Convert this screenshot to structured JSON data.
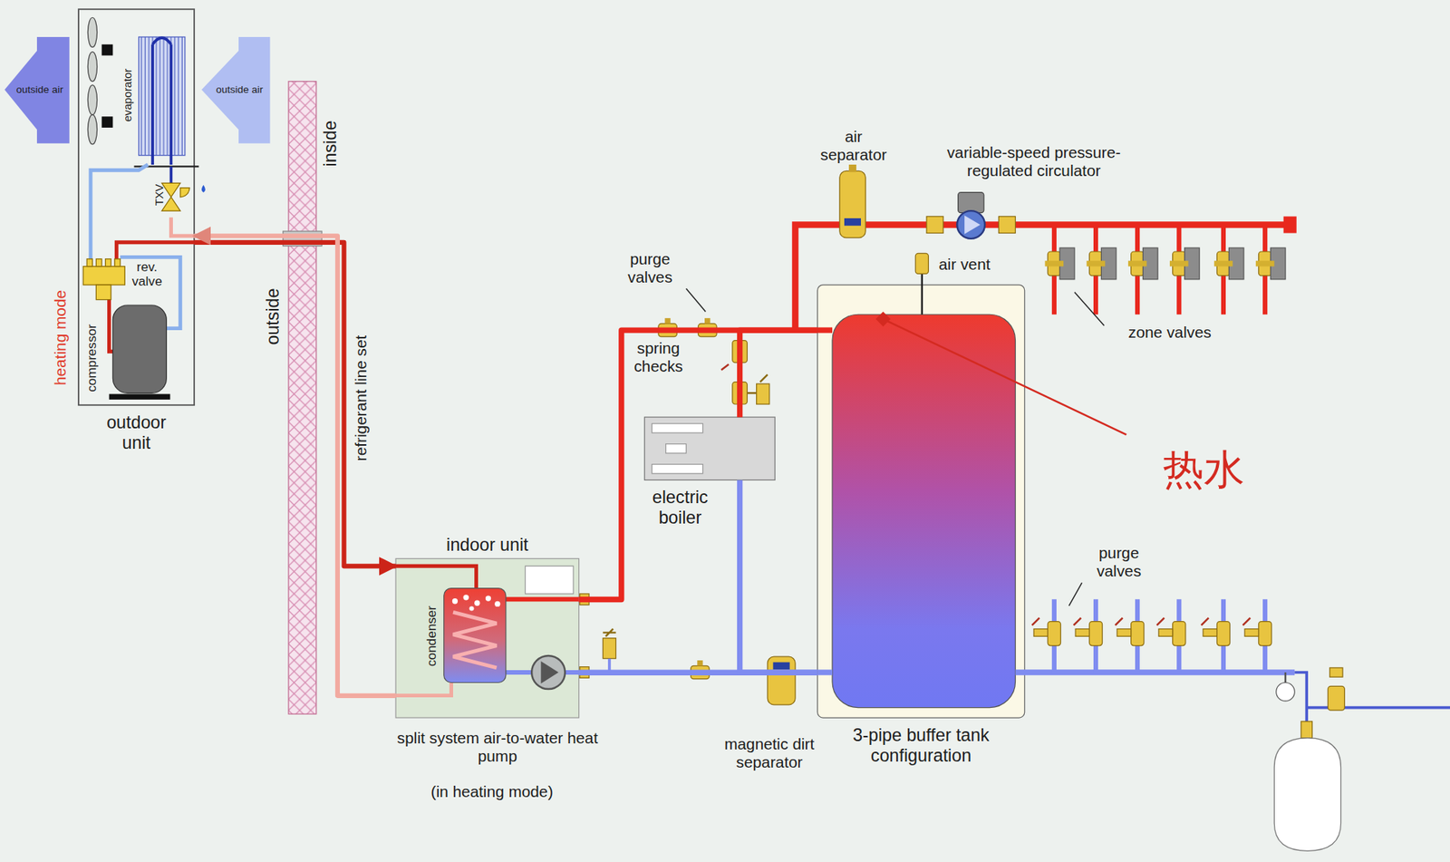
{
  "diagram": {
    "nodes": [
      {
        "text": [
          "outdoor unit"
        ]
      },
      {
        "text": [
          "compressor"
        ],
        "in": 0
      },
      {
        "text": [
          "indoor unit"
        ]
      },
      {
        "text": [
          "condenser"
        ],
        "in": 2
      },
      {
        "text": [
          "electric boiler"
        ]
      },
      {
        "text": [
          "3-pipe buffer tank configuration"
        ]
      }
    ],
    "edges": [
      {
        "from": 0,
        "to": 2,
        "arrow": "to",
        "label": "refrigerant line set"
      },
      {
        "from": 2,
        "to": 0,
        "arrow": "to"
      },
      {
        "from": 2,
        "to": 5,
        "arrow": "none"
      },
      {
        "from": 5,
        "to": 2,
        "arrow": "none"
      },
      {
        "from": 4,
        "to": 5,
        "arrow": "none"
      },
      {
        "from": 5,
        "to": 4,
        "arrow": "none"
      }
    ],
    "labels": [
      "outside air",
      "outside air",
      "evaporator",
      "TXV",
      "rev. valve",
      "heating mode",
      "inside",
      "outside",
      "split system air-to-water heat pump",
      "(in heating mode)",
      "purge valves",
      "spring checks",
      "air separator",
      "variable-speed pressure-regulated circulator",
      "air vent",
      "zone valves",
      "热水",
      "magnetic dirt separator",
      "purge valves"
    ]
  }
}
